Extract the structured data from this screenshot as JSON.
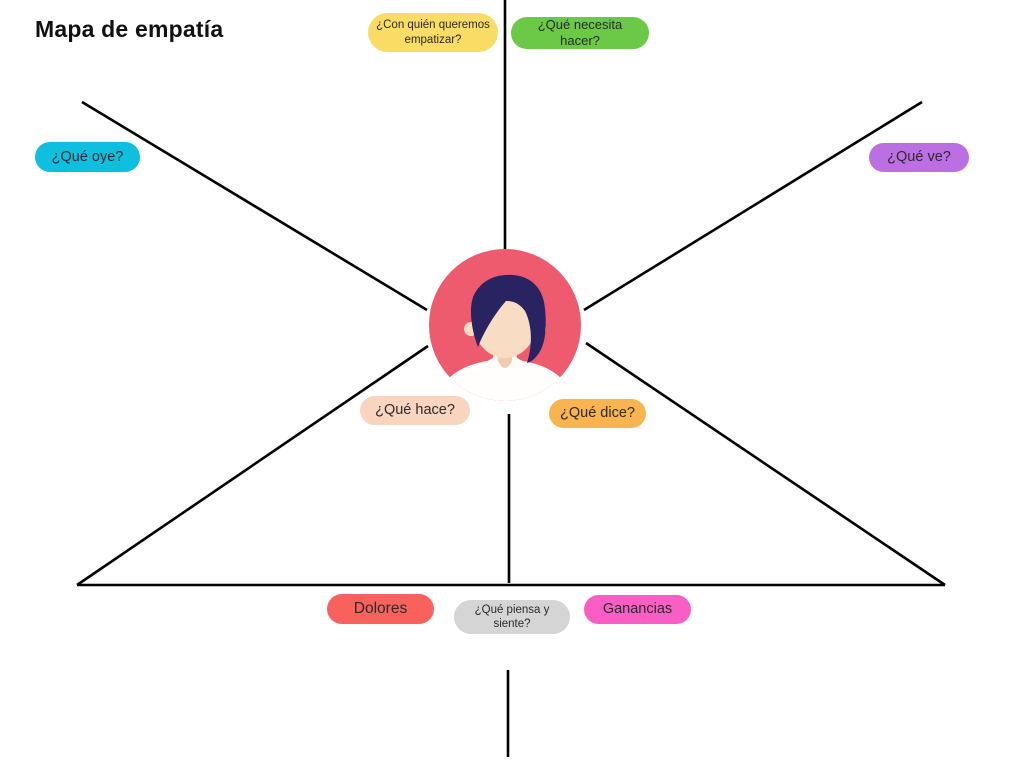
{
  "title": "Mapa de empatía",
  "canvas": {
    "background": "#ffffff",
    "line_color": "#000000"
  },
  "labels": [
    {
      "id": "empatizar",
      "text": "¿Con quién queremos empatizar?",
      "color": "#F9DC64"
    },
    {
      "id": "necesita",
      "text": "¿Qué necesita hacer?",
      "color": "#6CC847"
    },
    {
      "id": "oye",
      "text": "¿Qué oye?",
      "color": "#0FBFDF"
    },
    {
      "id": "ve",
      "text": "¿Qué ve?",
      "color": "#BC6FE3"
    },
    {
      "id": "hace",
      "text": "¿Qué hace?",
      "color": "#F9D4BE"
    },
    {
      "id": "dice",
      "text": "¿Qué dice?",
      "color": "#F7B44F"
    },
    {
      "id": "dolores",
      "text": "Dolores",
      "color": "#F9625C"
    },
    {
      "id": "piensa",
      "text": "¿Qué piensa y siente?",
      "color": "#D5D5D5"
    },
    {
      "id": "ganancias",
      "text": "Ganancias",
      "color": "#FA5EC4"
    }
  ],
  "avatar": {
    "circle": "#EE5A6E",
    "hair": "#2A2362",
    "skin": "#F8DCC4",
    "neck": "#F2CDAD",
    "shirt": "#FFFEFC"
  }
}
